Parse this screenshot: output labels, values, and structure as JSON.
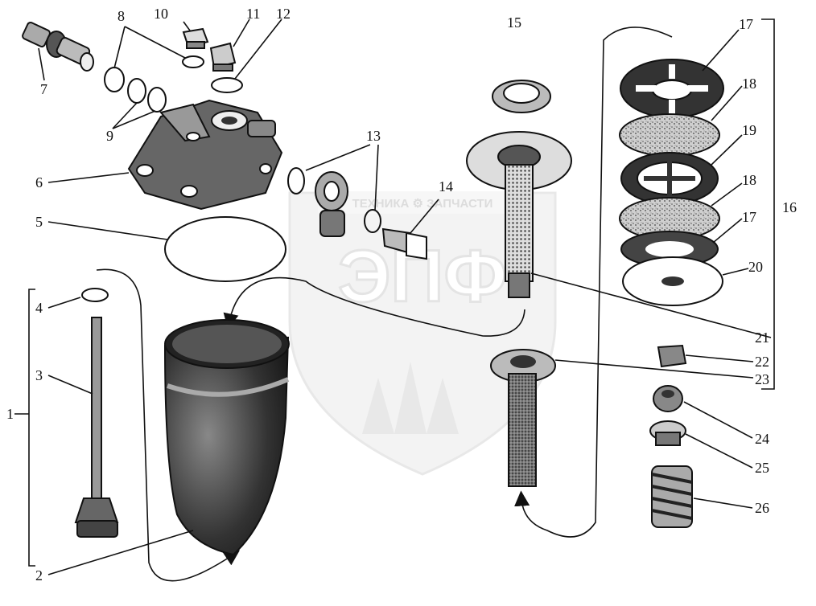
{
  "diagram": {
    "labels": [
      "1",
      "2",
      "3",
      "4",
      "5",
      "6",
      "7",
      "8",
      "9",
      "10",
      "11",
      "12",
      "13",
      "14",
      "15",
      "16",
      "17",
      "18",
      "19",
      "18",
      "17",
      "20",
      "21",
      "22",
      "23",
      "24",
      "25",
      "26"
    ],
    "watermark": {
      "banner": "ТЕХНИКА ⚙ ЗАПЧАСТИ",
      "logo": "ЭПФ"
    }
  }
}
